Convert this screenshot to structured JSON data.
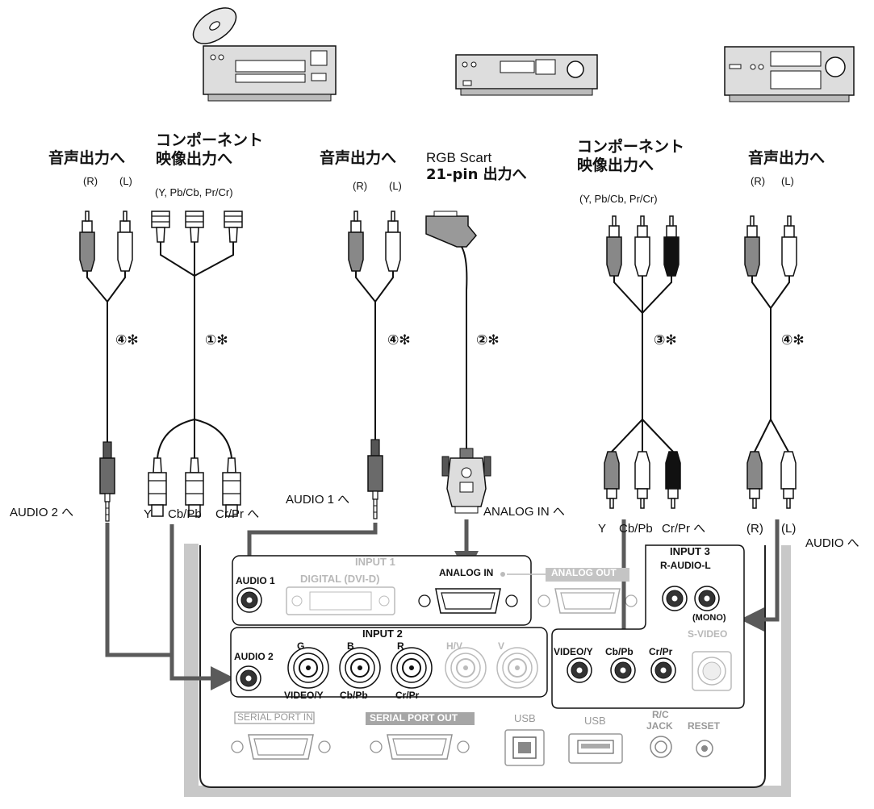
{
  "sources": {
    "left": {
      "audio_out": "音声出力へ",
      "audio_rl": [
        "(R)",
        "(L)"
      ],
      "component_out_line1": "コンポーネント",
      "component_out_line2": "映像出力へ",
      "component_sub": "(Y, Pb/Cb, Pr/Cr)",
      "cable_audio": "④✻",
      "cable_component": "①✻",
      "plug_label_audio": "AUDIO 2 へ",
      "plug_labels_component": [
        "Y",
        "Cb/Pb",
        "Cr/Pr へ"
      ]
    },
    "middle": {
      "audio_out": "音声出力へ",
      "audio_rl": [
        "(R)",
        "(L)"
      ],
      "scart_line1": "RGB Scart",
      "scart_line2": "21-pin 出力へ",
      "cable_audio": "④✻",
      "cable_scart": "②✻",
      "plug_label_audio": "AUDIO 1 へ",
      "plug_label_analog": "ANALOG IN へ"
    },
    "right": {
      "component_out_line1": "コンポーネント",
      "component_out_line2": "映像出力へ",
      "component_sub": "(Y, Pb/Cb, Pr/Cr)",
      "audio_out": "音声出力へ",
      "audio_rl": [
        "(R)",
        "(L)"
      ],
      "cable_component": "③✻",
      "cable_audio": "④✻",
      "plug_labels_component": [
        "Y",
        "Cb/Pb",
        "Cr/Pr へ"
      ],
      "plug_labels_audio": [
        "(R)",
        "(L)"
      ],
      "plug_label_audio": "AUDIO へ"
    }
  },
  "panel": {
    "input1": {
      "title": "INPUT 1",
      "audio1": "AUDIO 1",
      "digital": "DIGITAL (DVI-D)",
      "analog_in": "ANALOG IN",
      "analog_out": "ANALOG OUT"
    },
    "input2": {
      "title": "INPUT 2",
      "audio2": "AUDIO 2",
      "bnc_top": [
        "G",
        "B",
        "R",
        "H/V",
        "V"
      ],
      "bnc_bottom": [
        "VIDEO/Y",
        "Cb/Pb",
        "Cr/Pr"
      ]
    },
    "input3": {
      "title": "INPUT 3",
      "r_audio_l": "R-AUDIO-L",
      "mono": "(MONO)",
      "svideo": "S-VIDEO",
      "rca": [
        "VIDEO/Y",
        "Cb/Pb",
        "Cr/Pr"
      ]
    },
    "bottom": {
      "serial_in": "SERIAL PORT IN",
      "serial_out": "SERIAL PORT OUT",
      "usb1": "USB",
      "usb2": "USB",
      "rc_line1": "R/C",
      "rc_line2": "JACK",
      "reset": "RESET"
    }
  },
  "colors": {
    "arrow": "#5a5a5a",
    "panel_border": "#222222",
    "shadow": "#c8c8c8",
    "disabled_text": "#b8b8b8",
    "label_box_gray": "#a6a6a6"
  }
}
